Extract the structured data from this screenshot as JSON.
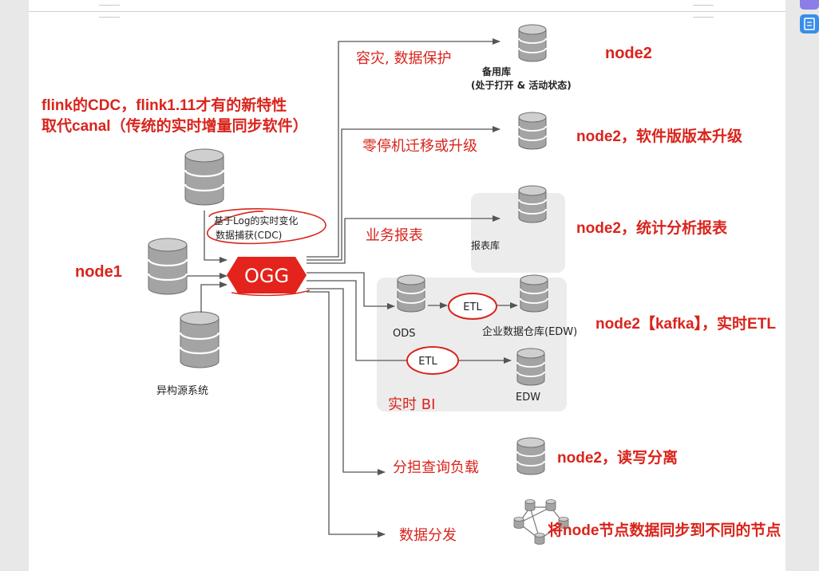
{
  "notes": {
    "cdc_line1": "flink的CDC，flink1.11才有的新特性",
    "cdc_line2": "取代canal（传统的实时增量同步软件）",
    "node1": "node1",
    "n_backup": "node2",
    "n_upgrade": "node2，软件版版本升级",
    "n_report": "node2，统计分析报表",
    "n_etl": "node2【kafka】，实时ETL",
    "n_rw": "node2，读写分离",
    "n_dist": "将node节点数据同步到不同的节点"
  },
  "diagram": {
    "ogg": "OGG",
    "cdc_line1": "基于Log的实时变化",
    "cdc_line2": "数据捕获(CDC)",
    "hetero": "异构源系统",
    "uses": {
      "disaster": "容灾, 数据保护",
      "migrate": "零停机迁移或升级",
      "report": "业务报表",
      "bi": "实时 BI",
      "query": "分担查询负载",
      "dist": "数据分发"
    },
    "backup_line1": "备用库",
    "backup_line2": "(处于打开 & 活动状态)",
    "report_db": "报表库",
    "ods": "ODS",
    "edw_long": "企业数据仓库(EDW)",
    "edw": "EDW",
    "etl1": "ETL",
    "etl2": "ETL"
  },
  "colors": {
    "red": "#d9241c",
    "ogg": "#e3231c",
    "db": "#9b9b9b"
  }
}
